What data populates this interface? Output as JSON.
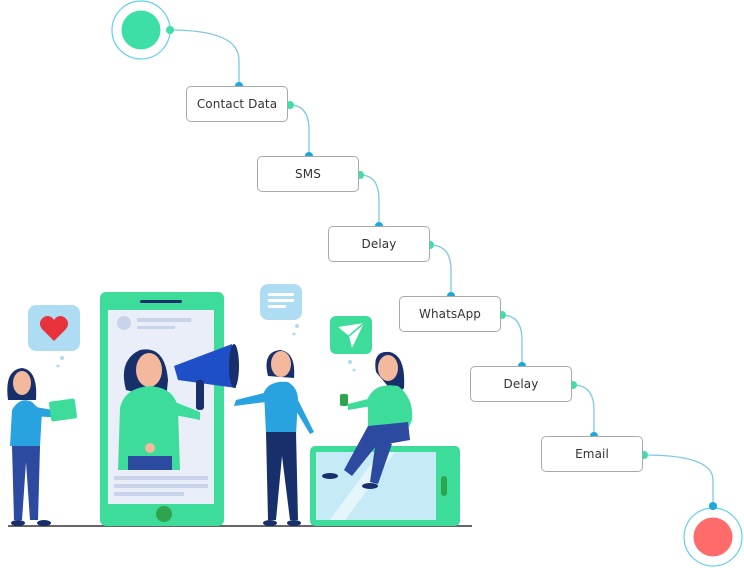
{
  "flow": {
    "steps": [
      {
        "label": "Contact Data"
      },
      {
        "label": "SMS"
      },
      {
        "label": "Delay"
      },
      {
        "label": "WhatsApp"
      },
      {
        "label": "Delay"
      },
      {
        "label": "Email"
      }
    ]
  },
  "colors": {
    "start": "#3ddfa6",
    "end": "#ff6b6b",
    "connector": "#1aa7d9",
    "outport": "#3ddfa6",
    "phone": "#3ddc9a",
    "heart": "#e8323c",
    "bubble": "#aedcf2"
  },
  "icons": [
    "heart-icon",
    "chat-bubble-icon",
    "send-icon",
    "megaphone-icon"
  ]
}
